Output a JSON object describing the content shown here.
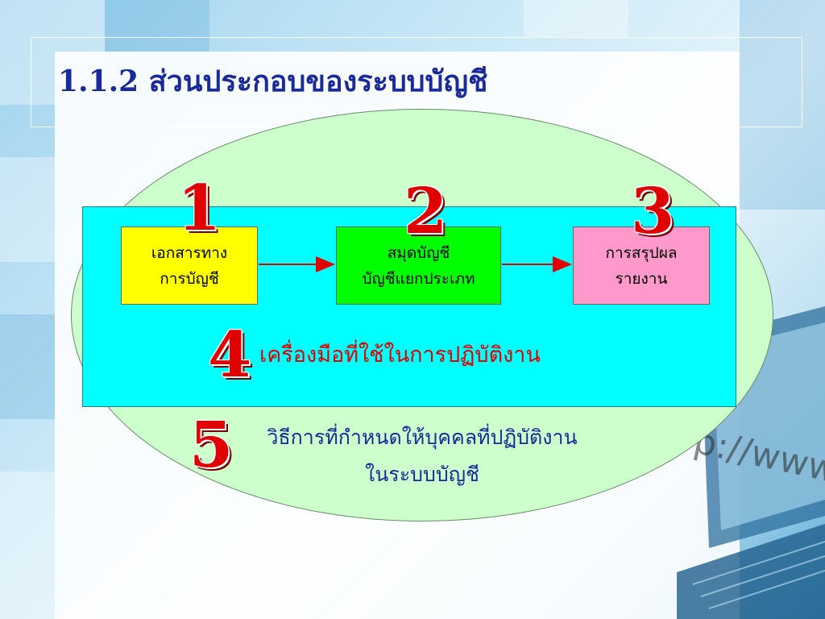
{
  "slide": {
    "title": "1.1.2 ส่วนประกอบของระบบบัญชี"
  },
  "background": {
    "watermark_text": "p://www"
  },
  "diagram": {
    "steps": [
      {
        "number": "1",
        "line1": "เอกสารทาง",
        "line2": "การบัญชี",
        "color": "#ffff00"
      },
      {
        "number": "2",
        "line1": "สมุดบัญชี",
        "line2": "บัญชีแยกประเภท",
        "color": "#00ff00"
      },
      {
        "number": "3",
        "line1": "การสรุปผล",
        "line2": "รายงาน",
        "color": "#ff99cc"
      }
    ],
    "tools": {
      "number": "4",
      "label": "เครื่องมือที่ใช้ในการปฏิบัติงาน"
    },
    "procedures": {
      "number": "5",
      "line1": "วิธีการที่กำหนดให้บุคคลที่ปฏิบัติงาน",
      "line2": "ในระบบบัญชี"
    },
    "colors": {
      "ellipse": "#ccffcc",
      "inner_box": "#00ffff",
      "arrow": "#e00000",
      "numbers": "#e00000",
      "title": "#1a2a9a"
    }
  }
}
